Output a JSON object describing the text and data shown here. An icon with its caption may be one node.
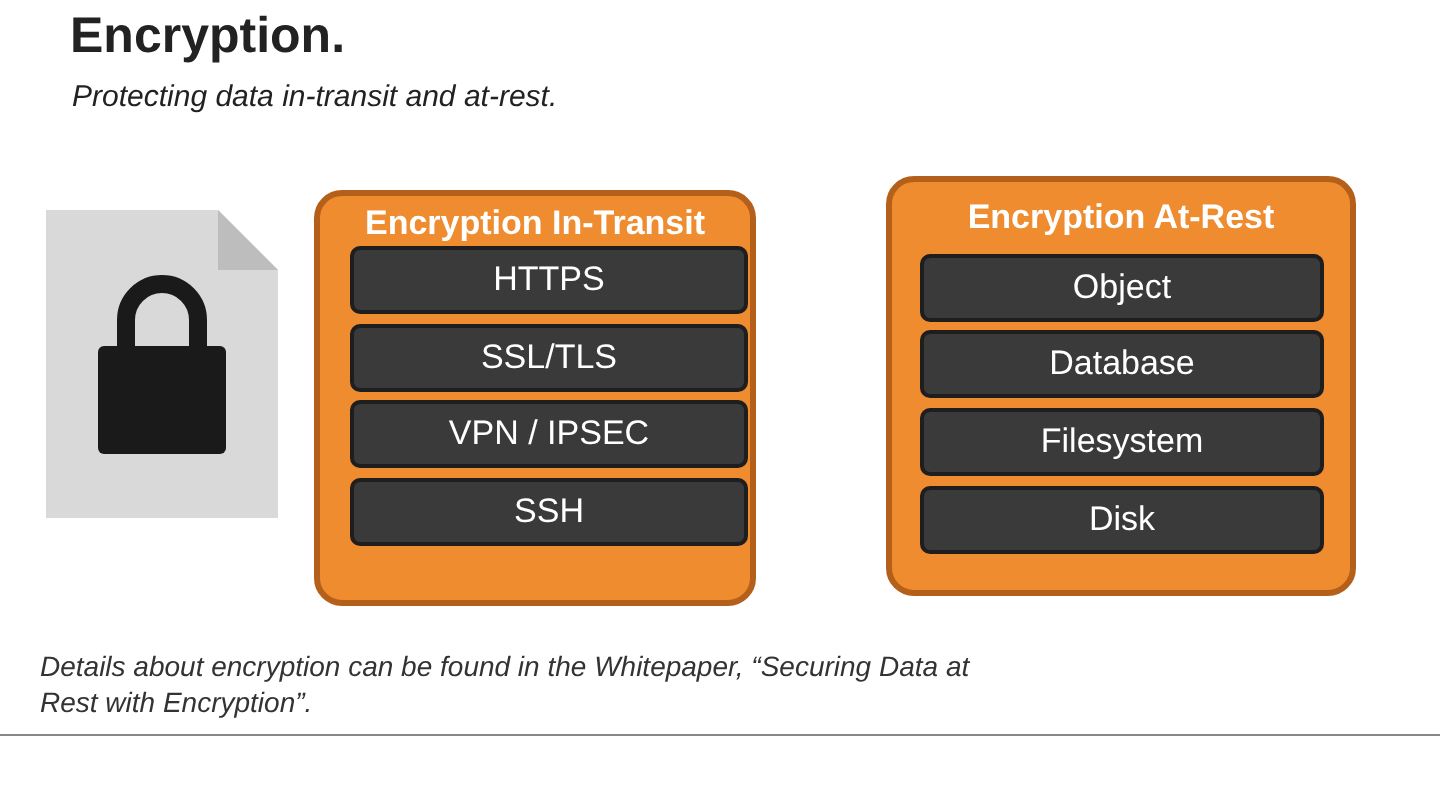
{
  "diagram": {
    "title": "Encryption.",
    "nodes": [
      {
        "text": [
          "Encryption In-Transit"
        ]
      },
      {
        "text": [
          "HTTPS"
        ],
        "in": 0
      },
      {
        "text": [
          "SSL/TLS"
        ],
        "in": 0
      },
      {
        "text": [
          "VPN / IPSEC"
        ],
        "in": 0
      },
      {
        "text": [
          "SSH"
        ],
        "in": 0
      },
      {
        "text": [
          "Encryption At-Rest"
        ]
      },
      {
        "text": [
          "Object"
        ],
        "in": 5
      },
      {
        "text": [
          "Database"
        ],
        "in": 5
      },
      {
        "text": [
          "Filesystem"
        ],
        "in": 5
      },
      {
        "text": [
          "Disk"
        ],
        "in": 5
      }
    ],
    "edges": [],
    "labels": [
      "Protecting data in-transit and at-rest."
    ],
    "caption": "Details about encryption can be found in the Whitepaper, “Securing Data at Rest with Encryption”."
  }
}
